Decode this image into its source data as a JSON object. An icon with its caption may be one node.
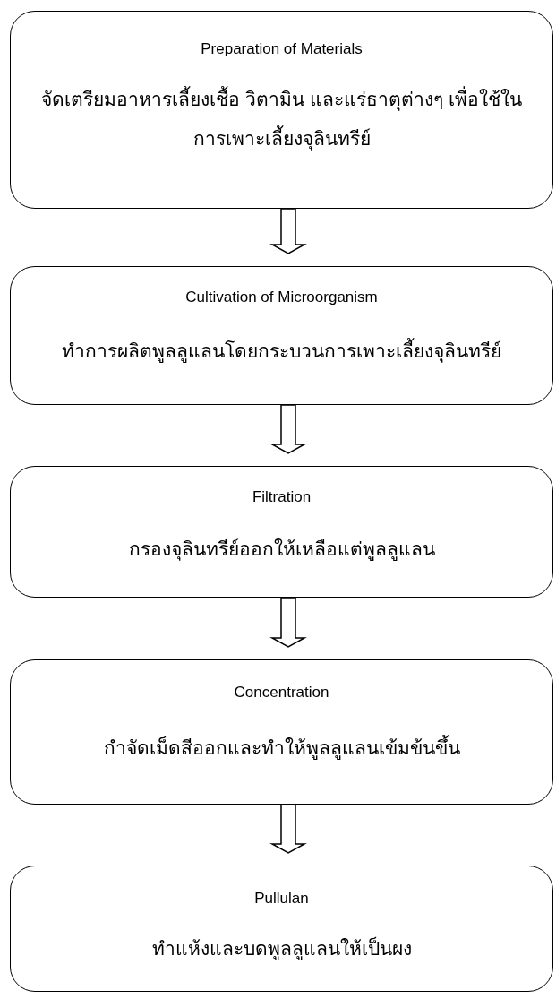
{
  "diagram": {
    "nodes": [
      {
        "text": [
          "Preparation of Materials",
          "จัดเตรียมอาหารเลี้ยงเชื้อ วิตามิน  และแร่ธาตุต่างๆ เพื่อใช้ในการเพาะเลี้ยงจุลินทรีย์"
        ]
      },
      {
        "text": [
          "Cultivation of Microorganism",
          "ทำการผลิตพูลลูแลนโดยกระบวนการเพาะเลี้ยงจุลินทรีย์"
        ]
      },
      {
        "text": [
          "Filtration",
          "กรองจุลินทรีย์ออกให้เหลือแต่พูลลูแลน"
        ]
      },
      {
        "text": [
          "Concentration",
          "กำจัดเม็ดสีออกและทำให้พูลลูแลนเข้มข้นขึ้น"
        ]
      },
      {
        "text": [
          "Pullulan",
          "ทำแห้งและบดพูลลูแลนให้เป็นผง"
        ]
      }
    ],
    "edges": [
      {
        "from": 0,
        "to": 1,
        "arrow": "to"
      },
      {
        "from": 1,
        "to": 2,
        "arrow": "to"
      },
      {
        "from": 2,
        "to": 3,
        "arrow": "to"
      },
      {
        "from": 3,
        "to": 4,
        "arrow": "to"
      }
    ]
  }
}
